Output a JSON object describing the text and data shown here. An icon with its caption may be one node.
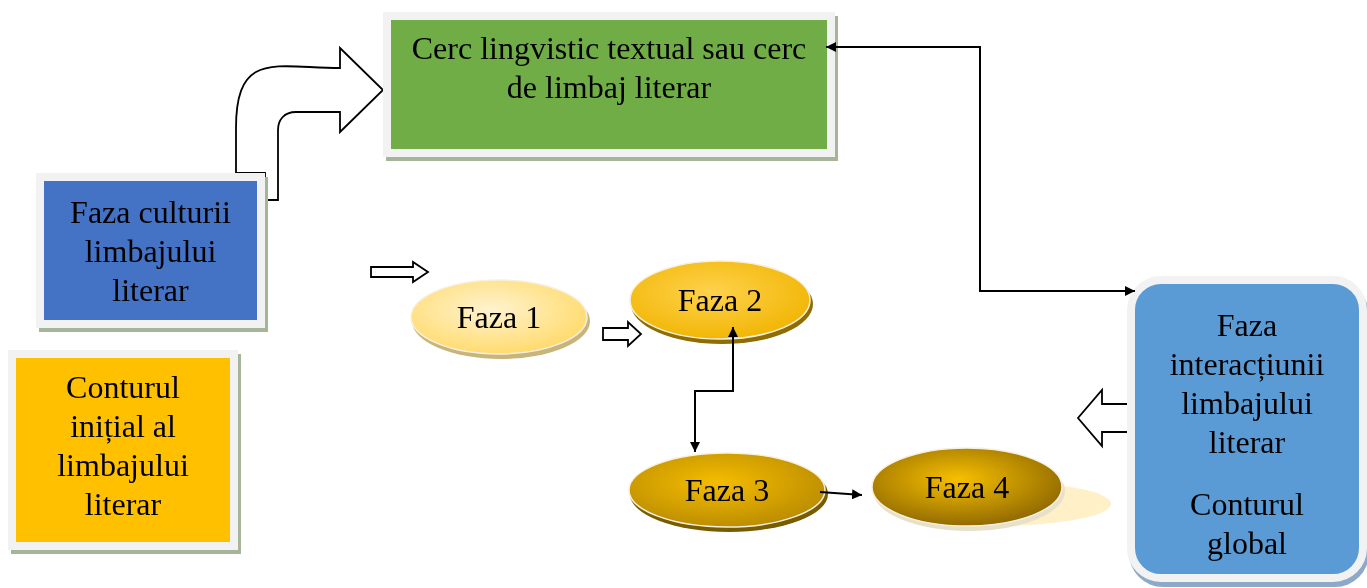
{
  "diagram": {
    "nodes": [
      {
        "text": [
          "Cerc lingvistic textual sau cerc de limbaj literar"
        ]
      },
      {
        "text": [
          "Faza culturii limbajului literar"
        ]
      },
      {
        "text": [
          "Conturul inițial al limbajului literar"
        ]
      },
      {
        "text": [
          "Faza 1"
        ]
      },
      {
        "text": [
          "Faza 2"
        ]
      },
      {
        "text": [
          "Faza 3"
        ]
      },
      {
        "text": [
          "Faza 4"
        ]
      },
      {
        "text": [
          "Faza interacțiunii limbajului literar",
          "Conturul global"
        ]
      }
    ],
    "edges": [
      {
        "from": 1,
        "to": 0,
        "arrow": "to",
        "style": "thick"
      },
      {
        "from": 0,
        "to": 7,
        "arrow": "both"
      },
      {
        "from": null,
        "to": 3,
        "arrow": "to",
        "style": "thick"
      },
      {
        "from": 3,
        "to": 4,
        "arrow": "to",
        "style": "thick"
      },
      {
        "from": 4,
        "to": 5,
        "arrow": "both"
      },
      {
        "from": 5,
        "to": 6,
        "arrow": "to"
      },
      {
        "from": 7,
        "to": null,
        "arrow": "to",
        "style": "thick"
      }
    ]
  }
}
